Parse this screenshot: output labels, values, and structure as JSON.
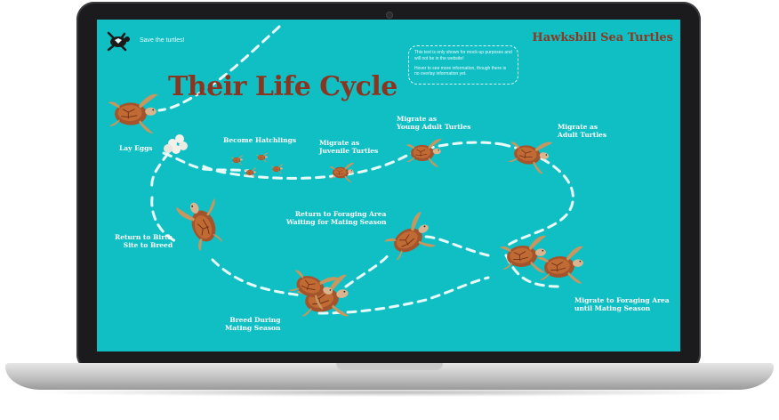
{
  "app": {
    "tagline": "Save the turtles!",
    "site_title": "Hawksbill Sea Turtles",
    "logo_icon": "turtle-logo-icon"
  },
  "note": {
    "line1": "This text is only shown for mock-up purposes and will not be in the website!",
    "line2": "Hover to see more information, though there is no overlay information yet."
  },
  "page": {
    "title": "Their Life Cycle"
  },
  "stages": [
    {
      "label": "Lay Eggs"
    },
    {
      "label": "Become Hatchlings"
    },
    {
      "label": "Migrate as\nJuvenile Turtles"
    },
    {
      "label": "Migrate as\nYoung Adult Turtles"
    },
    {
      "label": "Migrate as\nAdult Turtles"
    },
    {
      "label": "Return to Foraging Area\nWaiting for Mating Season"
    },
    {
      "label": "Return to Birth\nSite to Breed"
    },
    {
      "label": "Breed During\nMating Season"
    },
    {
      "label": "Migrate to Foraging Area\nuntil Mating Season"
    }
  ],
  "colors": {
    "background": "#10bfc4",
    "title": "#8b3520",
    "turtle_shell": "#a4542c",
    "turtle_skin": "#d9b48f",
    "path": "#e8fbfb"
  }
}
